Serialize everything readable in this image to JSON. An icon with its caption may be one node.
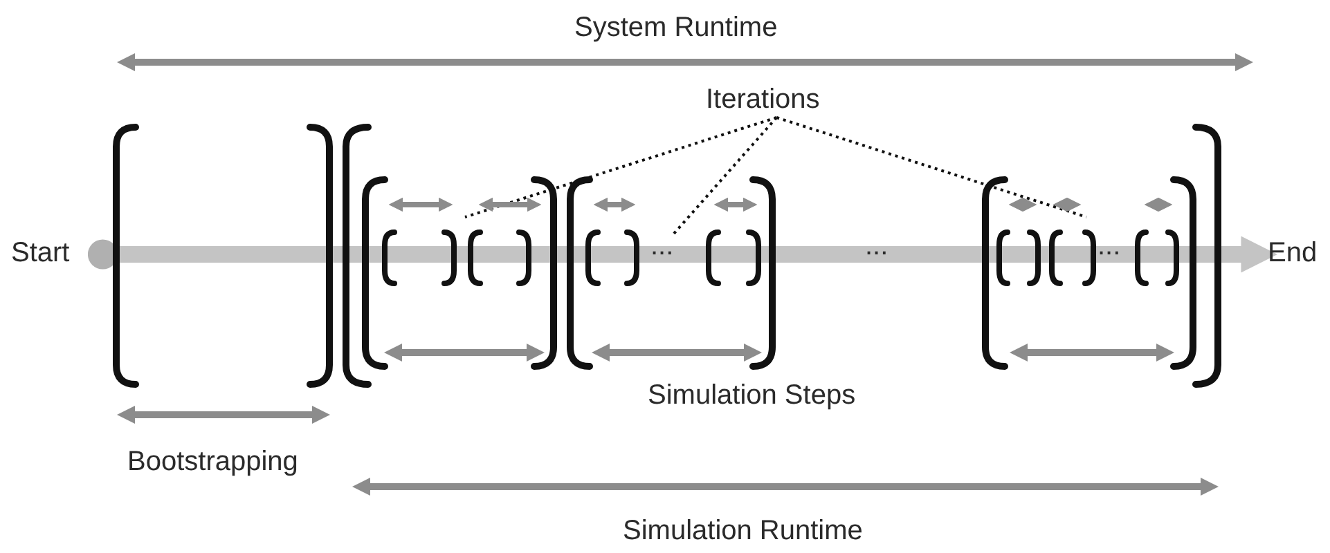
{
  "diagram": {
    "nodes": [
      {
        "text": [
          "Start"
        ]
      },
      {
        "text": [
          "End"
        ]
      },
      {
        "text": [
          "Iterations"
        ]
      }
    ],
    "edges": [
      {
        "from": 0,
        "to": 1,
        "arrow": "to",
        "style": "thick",
        "color": "#c4c4c4"
      },
      {
        "from": 2,
        "to": null,
        "arrow": "none",
        "style": "dashed"
      },
      {
        "from": 2,
        "to": null,
        "arrow": "none",
        "style": "dashed"
      },
      {
        "from": 2,
        "to": null,
        "arrow": "none",
        "style": "dashed"
      }
    ],
    "labels": [
      "System Runtime",
      "...",
      "...",
      "...",
      "Simulation Steps",
      "Bootstrapping",
      "Simulation Runtime"
    ]
  }
}
